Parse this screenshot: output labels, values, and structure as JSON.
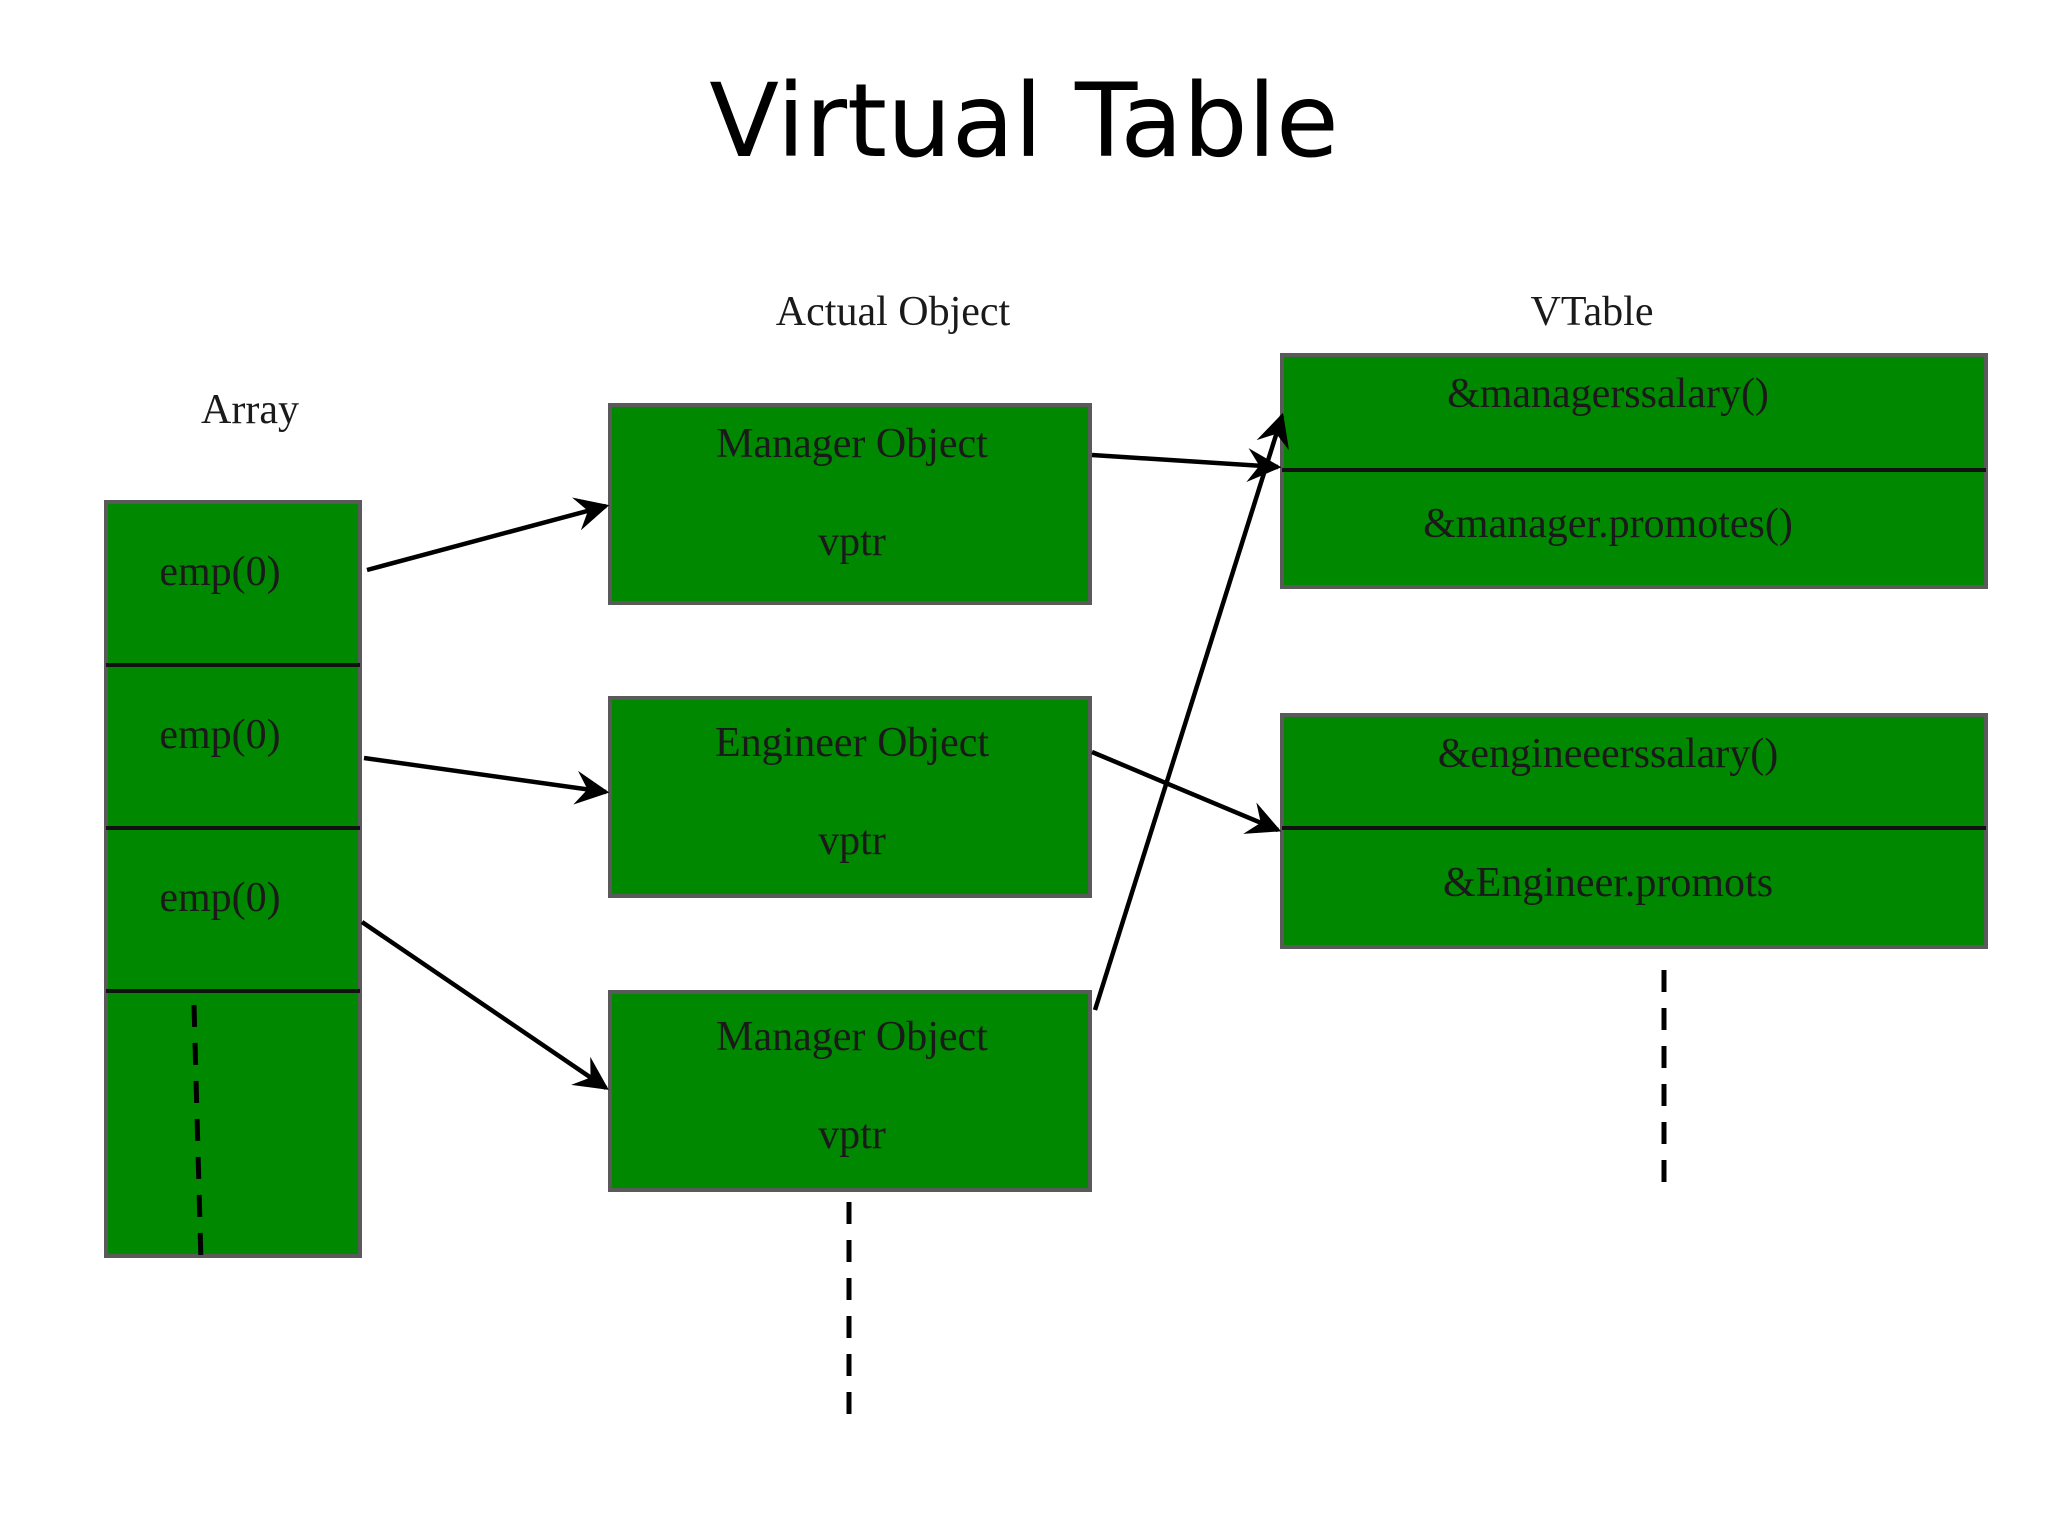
{
  "title": "Virtual Table",
  "colors": {
    "box_fill": "#008800",
    "background": "#ffffff",
    "line": "#000000"
  },
  "array": {
    "heading": "Array",
    "cells": [
      "emp(0)",
      "emp(0)",
      "emp(0)"
    ]
  },
  "objects": {
    "heading": "Actual Object",
    "items": [
      {
        "name": "Manager Object",
        "field": "vptr"
      },
      {
        "name": "Engineer Object",
        "field": "vptr"
      },
      {
        "name": "Manager Object",
        "field": "vptr"
      }
    ]
  },
  "vtables": {
    "heading": "VTable",
    "tables": [
      {
        "entries": [
          "&managerssalary()",
          "&manager.promotes()"
        ]
      },
      {
        "entries": [
          "&engineeerssalary()",
          "&Engineer.promots"
        ]
      }
    ]
  }
}
